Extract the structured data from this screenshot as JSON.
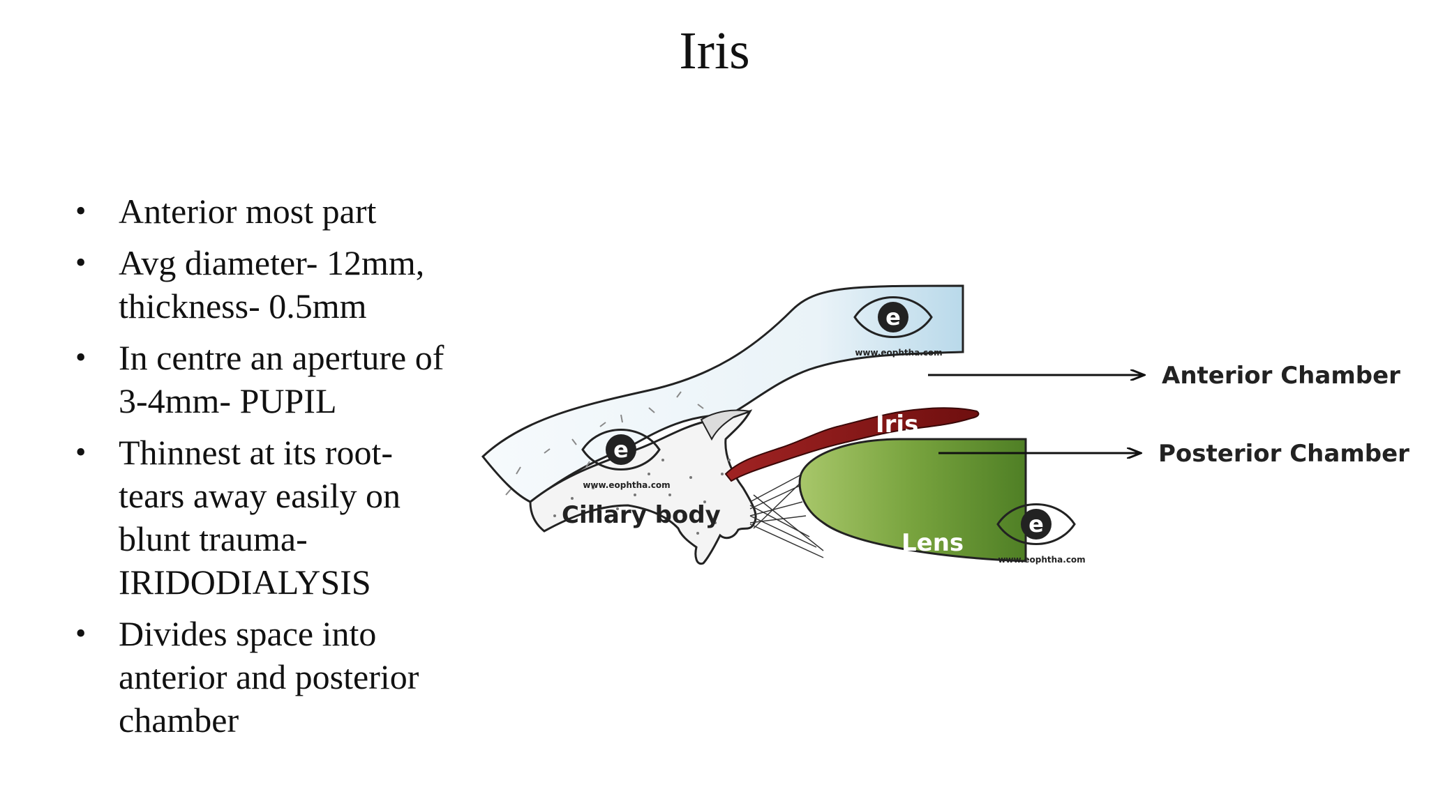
{
  "slide": {
    "title": "Iris",
    "bullets": [
      "Anterior most part",
      "Avg diameter- 12mm,\nthickness- 0.5mm",
      "In centre an aperture of\n3-4mm- PUPIL",
      "Thinnest at its root-\ntears away easily on\nblunt trauma-\nIRIDODIALYSIS",
      "Divides space into\nanterior and posterior\nchamber"
    ]
  },
  "diagram": {
    "labels": {
      "anterior_chamber": "Anterior Chamber",
      "posterior_chamber": "Posterior Chamber",
      "iris": "Iris",
      "ciliary_body": "Ciliary body",
      "lens": "Lens"
    },
    "watermark": "www.eophtha.com",
    "logo_letter": "e",
    "colors": {
      "cornea_fill": "#c9e2ee",
      "iris_fill": "#8e1a1a",
      "lens_fill": "#6f9e3a",
      "ciliary_fill": "#f4f4f4"
    }
  }
}
